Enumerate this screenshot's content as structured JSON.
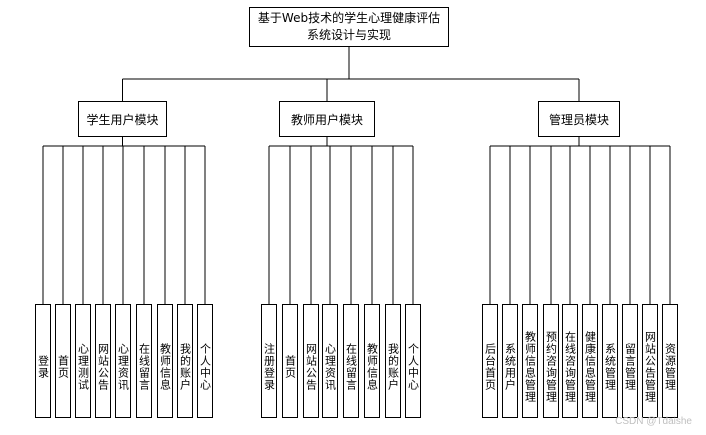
{
  "root": {
    "title_line1": "基于Web技术的学生心理健康评估",
    "title_line2": "系统设计与实现"
  },
  "modules": [
    {
      "title": "学生用户模块",
      "items": [
        "登录",
        "首页",
        "心理测试",
        "网站公告",
        "心理资讯",
        "在线留言",
        "教师信息",
        "我的账户",
        "个人中心"
      ]
    },
    {
      "title": "教师用户模块",
      "items": [
        "注册登录",
        "首页",
        "网站公告",
        "心理资讯",
        "在线留言",
        "教师信息",
        "我的账户",
        "个人中心"
      ]
    },
    {
      "title": "管理员模块",
      "items": [
        "后台首页",
        "系统用户",
        "教师信息管理",
        "预约咨询管理",
        "在线咨询管理",
        "健康信息管理",
        "系统管理",
        "留言管理",
        "网站公告管理",
        "资源管理"
      ]
    }
  ],
  "watermark": "CSDN @Tdaishe"
}
